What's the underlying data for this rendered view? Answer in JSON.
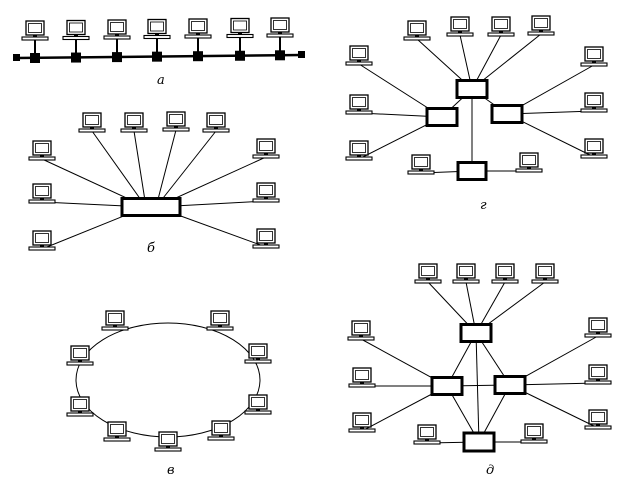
{
  "diagrams": {
    "bus": {
      "label": "а"
    },
    "star": {
      "label": "б"
    },
    "ring": {
      "label": "в"
    },
    "hierarchical": {
      "label": "г"
    },
    "mesh": {
      "label": "д"
    }
  },
  "colors": {
    "ink": "#000000",
    "background": "#ffffff"
  }
}
